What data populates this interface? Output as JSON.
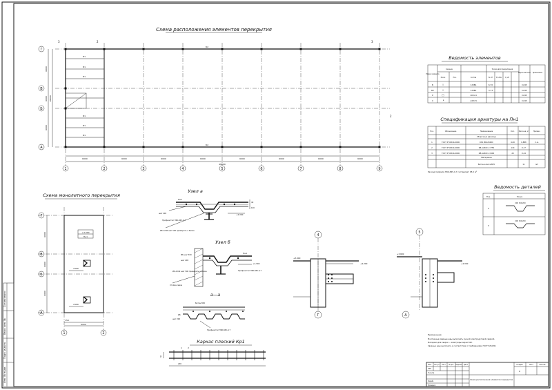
{
  "plan": {
    "title": "Схема расположения элементов перекрытия",
    "axes_rows": [
      "Г",
      "В",
      "Б",
      "А"
    ],
    "axes_cols": [
      "1",
      "2",
      "3",
      "4",
      "5",
      "6",
      "7",
      "8",
      "9"
    ],
    "dims_rows": [
      "6000",
      "6000",
      "6000"
    ],
    "dim_total": "18000",
    "dim_overall": "48000",
    "col_dim": "6000",
    "beam_mark": "Б1",
    "beam_mark2": "Б2",
    "section_mark": "3",
    "section_mark2": "2"
  },
  "schedule": {
    "title": "Ведомость элементов",
    "headers": [
      "Марка элемента",
      "Сечение",
      "Эскиз",
      "Поз.",
      "Состав",
      "Усилие для прикрепления",
      "N, кН",
      "M, кНм",
      "Q, кН",
      "Марка металла",
      "Примечание"
    ],
    "rows": [
      {
        "mark": "Б",
        "section": "I",
        "comp": "I 20Б1",
        "force": "6,70",
        "steel": "С245"
      },
      {
        "mark": "Б2",
        "section": "I",
        "comp": "I 20Б1",
        "force": "3,73",
        "steel": "С245"
      },
      {
        "mark": "Р",
        "section": "□",
        "comp": "100×4",
        "force": "",
        "steel": "С245"
      },
      {
        "mark": "С",
        "section": "└",
        "comp": "∟63×5",
        "force": "",
        "steel": "С245"
      }
    ]
  },
  "spec": {
    "title": "Спецификация арматуры на Пн1",
    "headers": [
      "Поз.",
      "Обозначение",
      "Наименование",
      "Кол.",
      "Масса ед. кг",
      "Примеч."
    ],
    "group": "Сборочные единицы",
    "rows": [
      {
        "pos": "1",
        "doc": "ГОСТ Р 52544-2006",
        "name": "КР1 Ø10А500С",
        "qty": "4,00",
        "mass": "0,888",
        "note": "п.м."
      },
      {
        "pos": "2",
        "doc": "ГОСТ Р 52544-2006",
        "name": "Ø6 А240С L=750",
        "qty": "144",
        "mass": "0,17",
        "note": ""
      },
      {
        "pos": "3",
        "doc": "ГОСТ Р 52544-2006",
        "name": "Ø8 А240С L=600",
        "qty": "20",
        "mass": "0,24",
        "note": ""
      }
    ],
    "group2": "Материалы",
    "mat": {
      "name": "Бетон класса В25",
      "qty": "11",
      "note": "м3"
    },
    "footnote": "Расход профиля Н60-845-0,7 составляет 95,5 м²"
  },
  "details": {
    "title": "Ведомость деталей",
    "headers": [
      "Поз.",
      "Эскиз"
    ],
    "rows": [
      {
        "pos": "2",
        "dims": "200  150  200"
      },
      {
        "pos": "3",
        "dims": "200  150  200"
      }
    ]
  },
  "mono": {
    "title": "Схема монолитного перекрытия",
    "axes_rows": [
      "Г",
      "В",
      "Б",
      "А"
    ],
    "axes_cols": [
      "1",
      "2"
    ],
    "level": "+4,300",
    "label": "Пн1",
    "dims_rows": [
      "6000",
      "6000",
      "6000"
    ],
    "dim_col": "6000",
    "dim_left": "150",
    "dim_small": "2100"
  },
  "nodeA": {
    "title": "Узел а",
    "labels": [
      "Пн1",
      "Профнастил Н60-845-0,7",
      "Ø6 А240 шаг 500 приварить к балке",
      "+4,300",
      "шаг 200",
      "40",
      "100"
    ]
  },
  "nodeB": {
    "title": "Узел б",
    "labels": [
      "Пн1",
      "+4,300",
      "Ø6 шаг 500",
      "шаг 200",
      "Профнастил Н60-845-0,7",
      "Стойка связи",
      "Ø6 А240 шаг 500 приварить к балке"
    ]
  },
  "sectionAA": {
    "title": "а—а",
    "labels": [
      "Бетон В25",
      "Ø6",
      "шаг 200",
      "Профнастил Н60-845-0,7"
    ]
  },
  "frame": {
    "title": "Каркас плоский Кр1",
    "labels": [
      "1",
      "2",
      "30",
      "200"
    ]
  },
  "col4": {
    "axis": "4",
    "axis_b": "Г",
    "level": "+4,300",
    "level2": "+3,900"
  },
  "col5": {
    "axis": "5",
    "axis_b": "А",
    "level": "+4,300",
    "level2": "+3,900"
  },
  "notes": {
    "lines": [
      "Примечания",
      "Монтажные сварные швы выполнять ручной электродуговой сваркой.",
      "Материал для сварки — электроды марки Э42.",
      "Сварные швы выполнять в соответствии с требованиями ГОСТ 5264-80."
    ]
  },
  "stamp": {
    "cols": [
      "Изм.",
      "Кол.уч",
      "Лист",
      "№ док.",
      "Подпись",
      "Дата"
    ],
    "roles": [
      "ГИП",
      "Н.контр.",
      "Разраб.",
      "Проверил"
    ],
    "name": "Схема расположения элементов перекрытия",
    "stage_h": [
      "Стадия",
      "Лист",
      "Листов"
    ],
    "stage": "П"
  },
  "side_stamp": [
    "Инв. № подл.",
    "Подп. и дата",
    "Взам. инв. №",
    "Согласовано"
  ]
}
